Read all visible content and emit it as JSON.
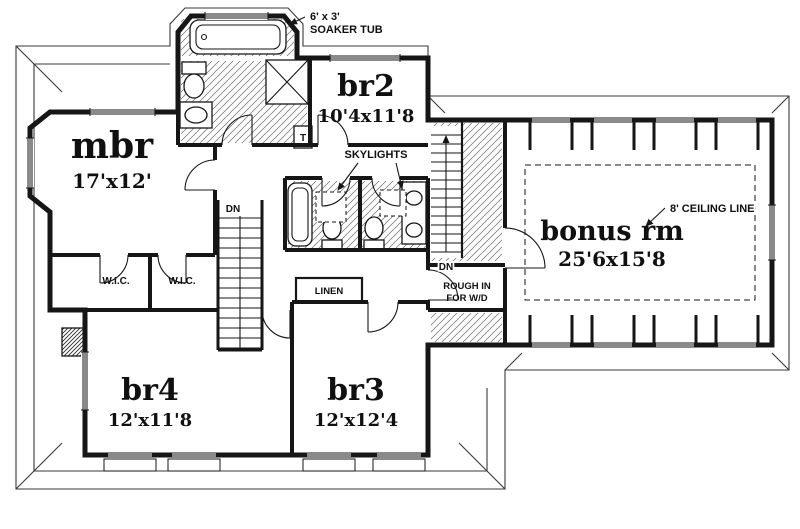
{
  "title": "Second floor plan",
  "colors": {
    "ink": "#161616",
    "paper": "#ffffff"
  },
  "rooms": {
    "mbr": {
      "name": "mbr",
      "dims": "17'x12'"
    },
    "br2": {
      "name": "br2",
      "dims": "10'4x11'8"
    },
    "br3": {
      "name": "br3",
      "dims": "12'x12'4"
    },
    "br4": {
      "name": "br4",
      "dims": "12'x11'8"
    },
    "bonus": {
      "name": "bonus rm",
      "dims": "25'6x15'8"
    }
  },
  "labels": {
    "soaker1": "6' x 3'",
    "soaker2": "SOAKER TUB",
    "skylights": "SKYLIGHTS",
    "t": "T",
    "dn_main": "DN",
    "dn_bonus": "DN",
    "wic_left": "W.I.C.",
    "wic_right": "W.I.C.",
    "linen": "LINEN",
    "rough1": "ROUGH IN",
    "rough2": "FOR W/D",
    "ceiling": "8' CEILING LINE"
  }
}
